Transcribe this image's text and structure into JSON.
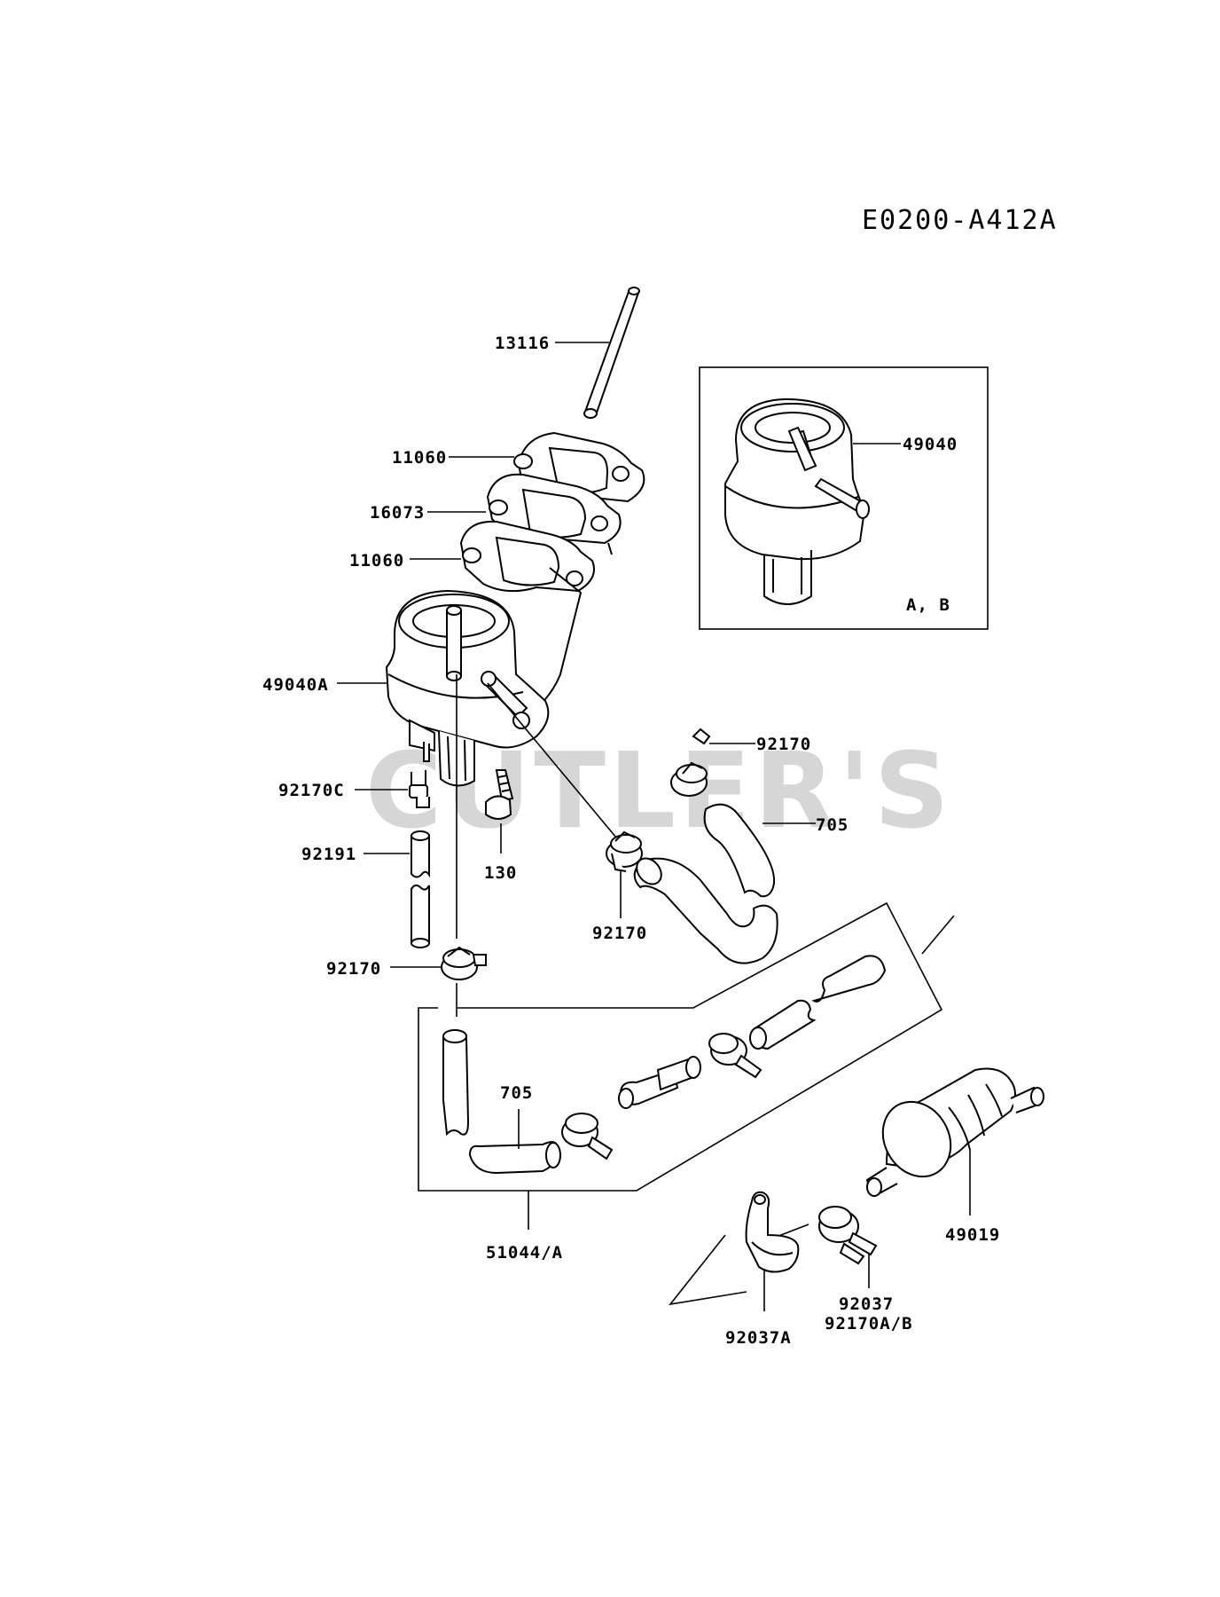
{
  "diagram_code": "E0200-A412A",
  "watermark": "CUTLER'S",
  "inset_note": "A, B",
  "labels": {
    "pin_13116": "13116",
    "gasket_11060_top": "11060",
    "spacer_16073": "16073",
    "gasket_11060_bottom": "11060",
    "pump_49040A": "49040A",
    "pump_49040_inset": "49040",
    "clamp_92170C": "92170C",
    "hose_92191": "92191",
    "bolt_130": "130",
    "clamp_92170_top_right": "92170",
    "hose_705_right": "705",
    "clamp_92170_mid": "92170",
    "clamp_92170_left": "92170",
    "hose_705_lower": "705",
    "hose_assy_51044": "51044/A",
    "filter_49019": "49019",
    "clamp_92037": "92037",
    "clamp_92170AB": "92170A/B",
    "clip_92037A": "92037A"
  }
}
